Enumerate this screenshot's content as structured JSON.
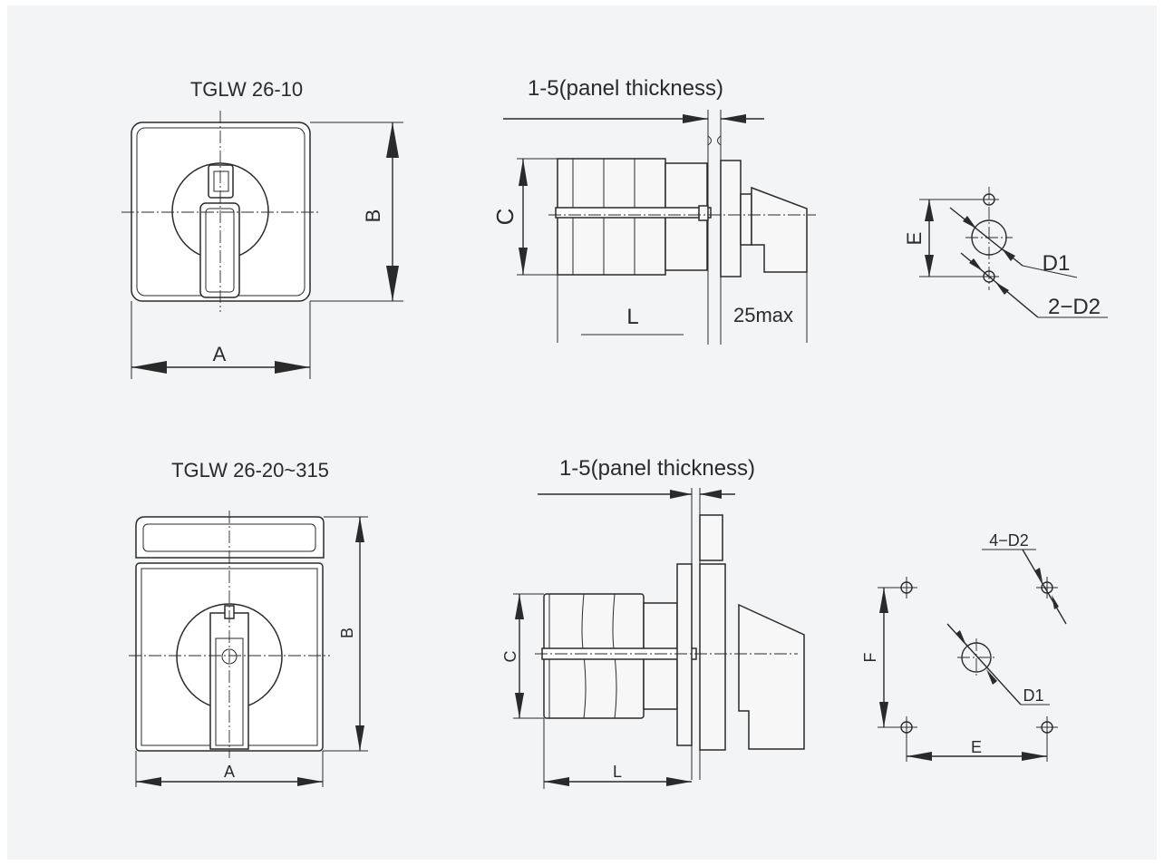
{
  "colors": {
    "background": "#f3f4f5",
    "line": "#2a2a2a"
  },
  "top": {
    "front_title": "TGLW 26-10",
    "side_title": "1-5(panel thickness)",
    "dim_a": "A",
    "dim_b": "B",
    "dim_c": "C",
    "dim_l": "L",
    "dim_max": "25max",
    "dim_e": "E",
    "dim_d1": "D1",
    "dim_d2": "2−D2"
  },
  "bottom": {
    "front_title": "TGLW 26-20~315",
    "side_title": "1-5(panel thickness)",
    "dim_a": "A",
    "dim_b": "B",
    "dim_c": "C",
    "dim_l": "L",
    "dim_e": "E",
    "dim_f": "F",
    "dim_d1": "D1",
    "dim_d2": "4−D2"
  }
}
